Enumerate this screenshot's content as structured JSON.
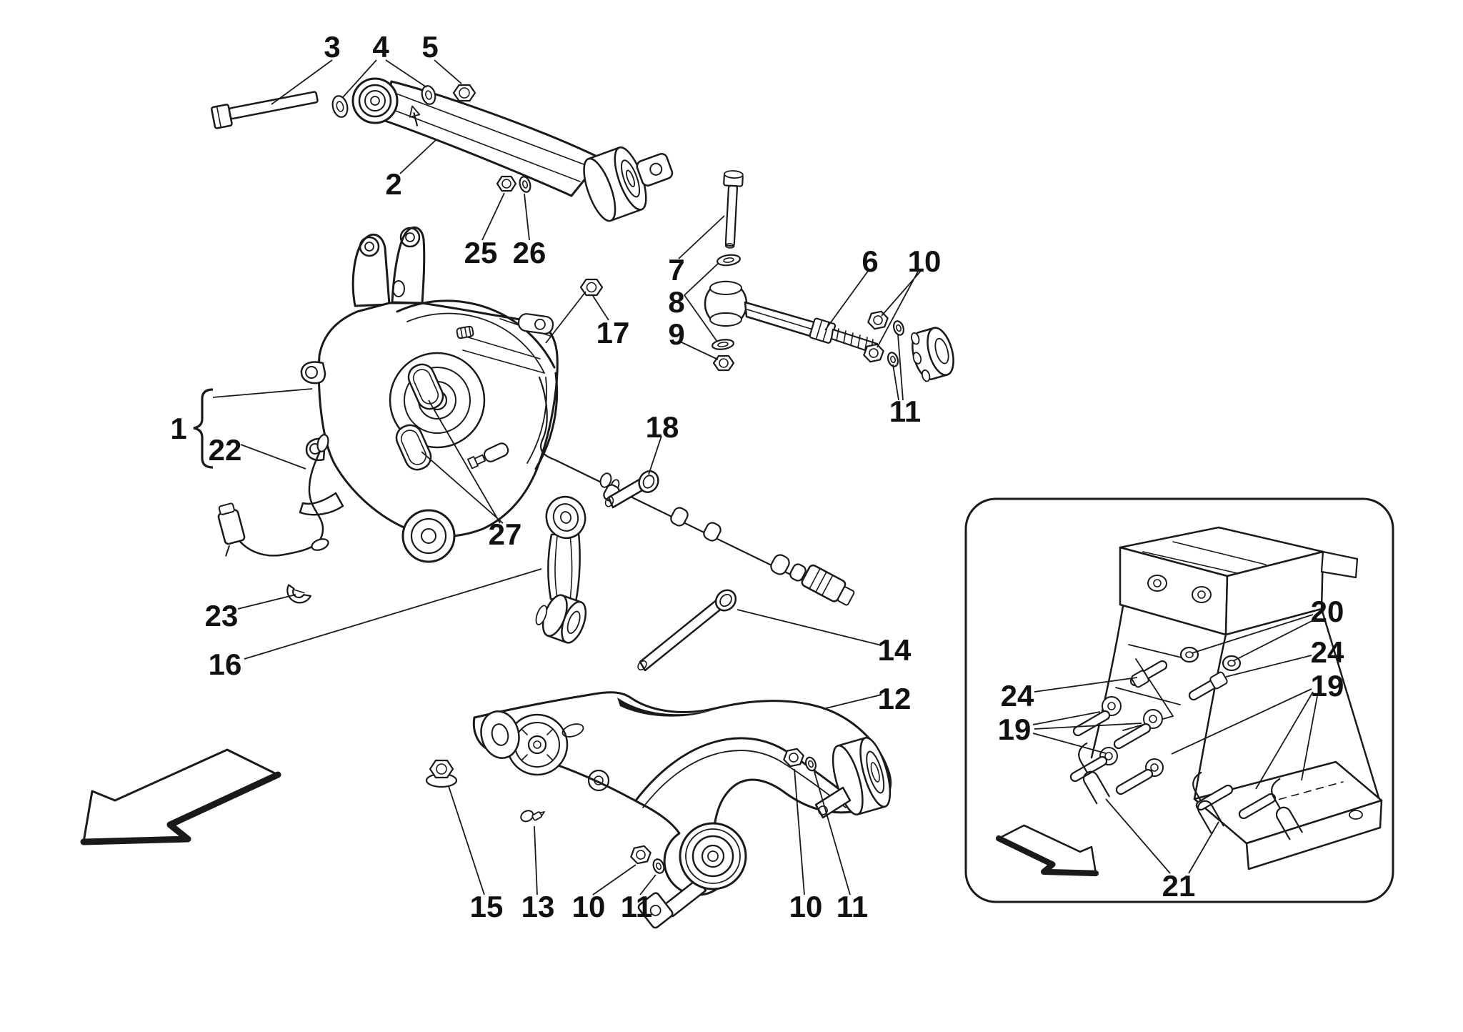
{
  "page": {
    "background_color": "#ffffff",
    "line_color": "#1a1a1a",
    "type": "exploded-parts-diagram"
  },
  "callouts": {
    "1": "1",
    "2": "2",
    "3": "3",
    "4": "4",
    "5": "5",
    "6": "6",
    "7": "7",
    "8": "8",
    "9": "9",
    "10": "10",
    "11": "11",
    "12": "12",
    "13": "13",
    "14": "14",
    "15": "15",
    "16": "16",
    "17": "17",
    "18": "18",
    "19": "19",
    "20": "20",
    "21": "21",
    "22": "22",
    "23": "23",
    "24": "24",
    "25": "25",
    "26": "26",
    "27": "27"
  },
  "main_view": {
    "callout_ids": [
      "1",
      "2",
      "3",
      "4",
      "5",
      "6",
      "7",
      "8",
      "9",
      "10",
      "11",
      "12",
      "13",
      "14",
      "15",
      "16",
      "17",
      "18",
      "22",
      "23",
      "25",
      "26",
      "27"
    ],
    "repeated_callouts": {
      "10": 3,
      "11": 3
    },
    "direction_arrow": "block-arrow-down-left"
  },
  "inset_view": {
    "callout_ids": [
      "19",
      "20",
      "21",
      "24"
    ],
    "repeated_callouts": {
      "19": 2,
      "24": 2
    },
    "direction_arrow": "block-arrow-down-right"
  }
}
